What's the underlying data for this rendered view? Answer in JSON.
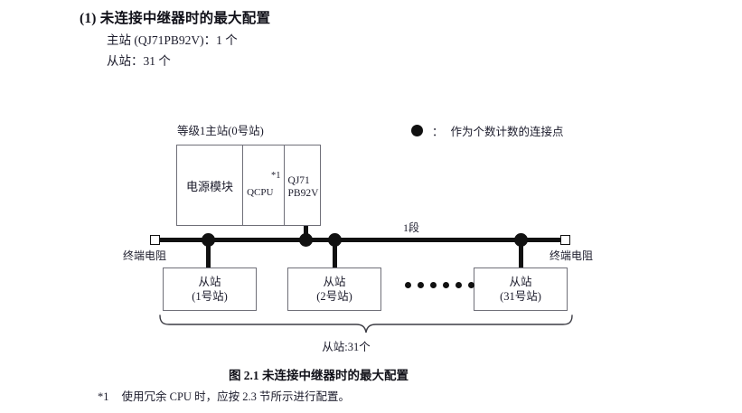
{
  "heading": {
    "title": "(1) 未连接中继器时的最大配置",
    "master_line": "主站 (QJ71PB92V)：1 个",
    "slave_line": "从站：31 个"
  },
  "legend": {
    "symbol": "filled-circle",
    "colon": "：",
    "text": "作为个数计数的连接点"
  },
  "diagram": {
    "master": {
      "caption": "等级1主站(0号站)",
      "cells": {
        "power": "电源模块",
        "cpu": "QCPU",
        "cpu_note": "*1",
        "network_line1": "QJ71",
        "network_line2": "PB92V"
      }
    },
    "bus": {
      "segment_label": "1段",
      "terminator_left": "终端电阻",
      "terminator_right": "终端电阻",
      "node_count": 4
    },
    "slaves": [
      {
        "line1": "从站",
        "line2": "(1号站)"
      },
      {
        "line1": "从站",
        "line2": "(2号站)"
      },
      {
        "line1": "从站",
        "line2": "(31号站)"
      }
    ],
    "ellipsis_dots": 6,
    "brace_label": "从站:31个"
  },
  "figure": {
    "caption": "图 2.1  未连接中继器时的最大配置"
  },
  "footnote": {
    "mark": "*1",
    "text": "使用冗余 CPU 时，应按 2.3 节所示进行配置。"
  },
  "colors": {
    "ink": "#1b1b2b",
    "line": "#111111",
    "box_border": "#6f6f78",
    "background": "#ffffff"
  }
}
